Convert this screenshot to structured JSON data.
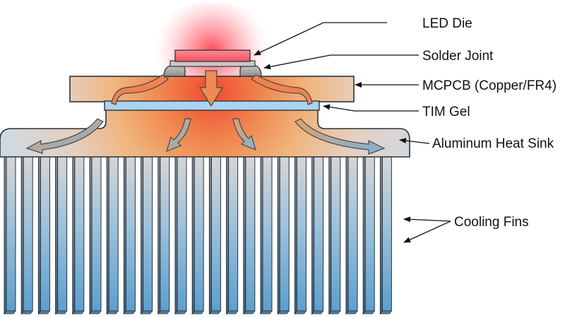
{
  "labels": {
    "led_die": "LED Die",
    "solder_joint": "Solder Joint",
    "mcpcb": "MCPCB (Copper/FR4)",
    "tim_gel": "TIM Gel",
    "heat_sink": "Aluminum Heat Sink",
    "cooling_fins": "Cooling Fins"
  },
  "colors": {
    "hot": "#f0482f",
    "warm": "#f0a868",
    "cool": "#d2dce4",
    "fin_blue": "#5fa3d2",
    "fin_dark": "#4a6f88",
    "tim": "#a8d2ec",
    "outline": "#2a3238"
  }
}
